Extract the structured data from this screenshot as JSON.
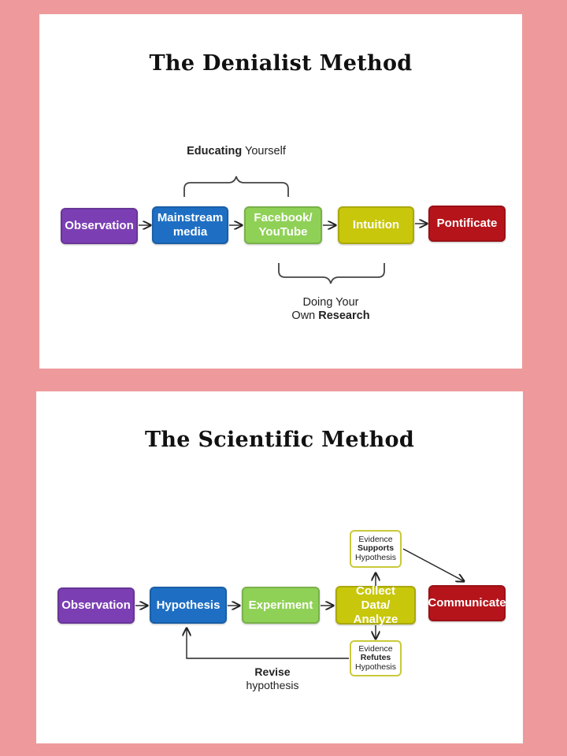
{
  "denialist": {
    "title": "The Denialist Method",
    "boxes": {
      "observation": "Observation",
      "mainstream_line1": "Mainstream",
      "mainstream_line2": "media",
      "facebook_line1": "Facebook/",
      "facebook_line2": "YouTube",
      "intuition": "Intuition",
      "pontificate": "Pontificate"
    },
    "brace_top": {
      "bold": "Educating",
      "rest": " Yourself"
    },
    "brace_bottom": {
      "line1": "Doing Your",
      "line2_plain": "Own ",
      "line2_bold": "Research"
    }
  },
  "scientific": {
    "title": "The Scientific Method",
    "boxes": {
      "observation": "Observation",
      "hypothesis": "Hypothesis",
      "experiment": "Experiment",
      "collect_line1": "Collect Data/",
      "collect_line2": "Analyze",
      "communicate": "Communicate"
    },
    "supports": {
      "line1": "Evidence",
      "line2": "Supports",
      "line3": "Hypothesis"
    },
    "refutes": {
      "line1": "Evidence",
      "line2": "Refutes",
      "line3": "Hypothesis"
    },
    "revise": {
      "line1": "Revise",
      "line2": "hypothesis"
    }
  },
  "colors": {
    "background": "#ee9a9c",
    "purple": "#7b3fb3",
    "blue": "#1e6fc4",
    "green": "#8fd156",
    "yellow": "#c8c70b",
    "red": "#b5141b"
  }
}
